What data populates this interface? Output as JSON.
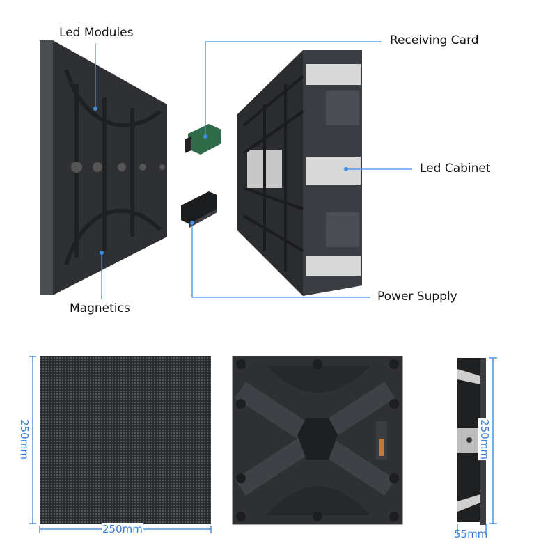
{
  "callouts": {
    "led_modules": "Led Modules",
    "receiving_card": "Receiving Card",
    "led_cabinet": "Led Cabinet",
    "power_supply": "Power Supply",
    "magnetics": "Magnetics"
  },
  "dimensions": {
    "front_width": "250mm",
    "front_height": "250mm",
    "side_height": "250mm",
    "side_depth": "55mm"
  },
  "colors": {
    "leader_line": "#3a8ee6",
    "dimension": "#2f7fe0",
    "panel": "#2b2d30"
  }
}
